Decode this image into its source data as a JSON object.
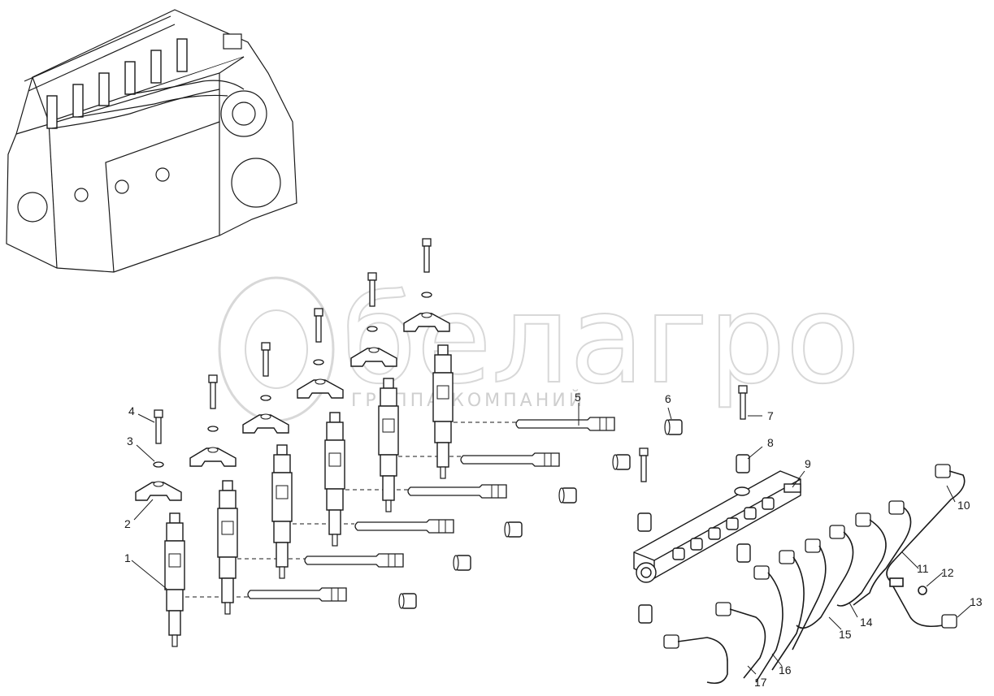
{
  "watermark": {
    "brand": "белагро",
    "tagline": "ГРУППА КОМПАНИЙ"
  },
  "parts": [
    {
      "id": "1",
      "label": "1"
    },
    {
      "id": "2",
      "label": "2"
    },
    {
      "id": "3",
      "label": "3"
    },
    {
      "id": "4",
      "label": "4"
    },
    {
      "id": "5",
      "label": "5"
    },
    {
      "id": "6",
      "label": "6"
    },
    {
      "id": "7",
      "label": "7"
    },
    {
      "id": "8",
      "label": "8"
    },
    {
      "id": "9",
      "label": "9"
    },
    {
      "id": "10",
      "label": "10"
    },
    {
      "id": "11",
      "label": "11"
    },
    {
      "id": "12",
      "label": "12"
    },
    {
      "id": "13",
      "label": "13"
    },
    {
      "id": "14",
      "label": "14"
    },
    {
      "id": "15",
      "label": "15"
    },
    {
      "id": "16",
      "label": "16"
    },
    {
      "id": "17",
      "label": "17"
    }
  ],
  "colors": {
    "line": "#1a1a1a",
    "watermark": "#d8d8d8"
  }
}
